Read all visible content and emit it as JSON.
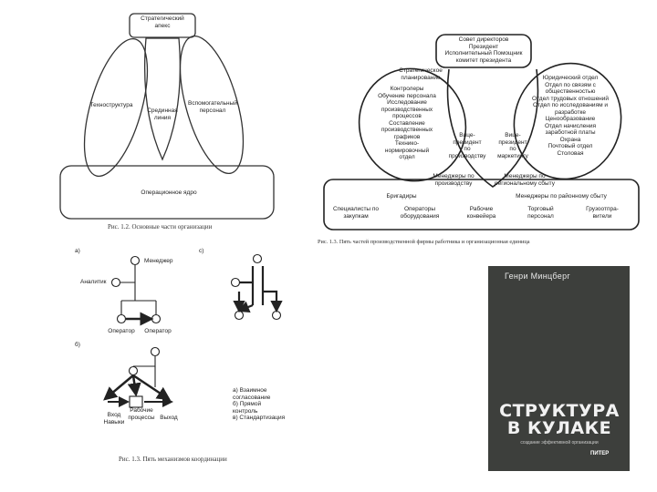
{
  "fig1": {
    "apex": "Стратегический\nапекс",
    "techno": "Техноструктура",
    "middle": "Срединная\nлиния",
    "support": "Вспомогательный\nперсонал",
    "core": "Операционное ядро",
    "caption": "Рис. 1.2. Основные части организации"
  },
  "fig2": {
    "top": "Совет директоров\nПрезидент\nИсполнительный  Помощник\nкомитет      президента",
    "techno_title": "Стратегическое\nпланирование",
    "techno_items": "Контролеры\nОбучение персонала\nИсследование\nпроизводственных\nпроцессов\nСоставление\nпроизводственных\nграфиков\nТехнико-\nнормировочный\nотдел",
    "vp_prod": "Вице-\nпрезидент\nпо\nпроизводству",
    "vp_mkt": "Вице-\nпрезидент\nпо\nмаркетингу",
    "support_items": "Юридический отдел\nОтдел по связям с\nобщественностью\nОтдел трудовых отношений\nОтдел по исследованиям и\nразработке\nЦенообразование\nОтдел начисления\nзаработной платы\nОхрана\nПочтовый отдел\nСтоловая",
    "mgr_prod": "Менеджеры по\nпроизводству",
    "mgr_region": "Менеджеры по\nрегиональному сбыту",
    "foremen": "Бригадиры",
    "mgr_sales": "Менеджеры по районному сбыту",
    "op1": "Специалисты по\nзакупкам",
    "op2": "Операторы\nоборудования",
    "op3": "Рабочие\nконвейера",
    "op4": "Торговый\nперсонал",
    "op5": "Грузоотпра-\nвители",
    "caption": "Рис. 1.3. Пять частей производственной фирмы работника и организационная единица"
  },
  "fig3": {
    "label_a": "а)",
    "label_b": "б)",
    "label_c": "с)",
    "manager": "Менеджер",
    "analyst": "Аналитик",
    "operator1": "Оператор",
    "operator2": "Оператор",
    "workproc": "Рабочие\nпроцессы",
    "input": "Вход\nНавыки",
    "output": "Выход",
    "legend": "а) Взаимное\nсогласование\nб) Прямой\nконтроль\nв) Стандартизация",
    "caption": "Рис. 1.3. Пять механизмов координации"
  },
  "book": {
    "author": "Генри Минцберг",
    "title": "СТРУКТУРА\nВ КУЛАКЕ",
    "subtitle": "создание эффективной организации",
    "publisher": "ПИТЕР"
  }
}
